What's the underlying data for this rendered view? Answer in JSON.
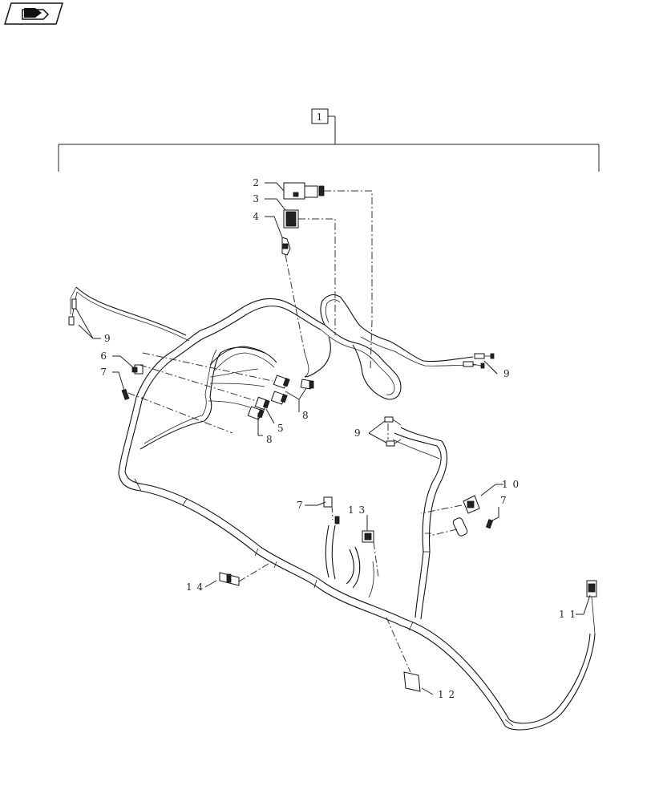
{
  "nav_icon": {
    "name": "back-arrow-icon"
  },
  "assembly_label": "1",
  "callouts": [
    {
      "id": "c2",
      "text": "2"
    },
    {
      "id": "c3",
      "text": "3"
    },
    {
      "id": "c4",
      "text": "4"
    },
    {
      "id": "c9a",
      "text": "9"
    },
    {
      "id": "c6",
      "text": "6"
    },
    {
      "id": "c7a",
      "text": "7"
    },
    {
      "id": "c8a",
      "text": "8"
    },
    {
      "id": "c5",
      "text": "5"
    },
    {
      "id": "c8b",
      "text": "8"
    },
    {
      "id": "c9b",
      "text": "9"
    },
    {
      "id": "c9c",
      "text": "9"
    },
    {
      "id": "c10",
      "text": "1 0"
    },
    {
      "id": "c7b",
      "text": "7"
    },
    {
      "id": "c7c",
      "text": "7"
    },
    {
      "id": "c13",
      "text": "1 3"
    },
    {
      "id": "c14",
      "text": "1 4"
    },
    {
      "id": "c11",
      "text": "1 1"
    },
    {
      "id": "c12",
      "text": "1 2"
    }
  ]
}
